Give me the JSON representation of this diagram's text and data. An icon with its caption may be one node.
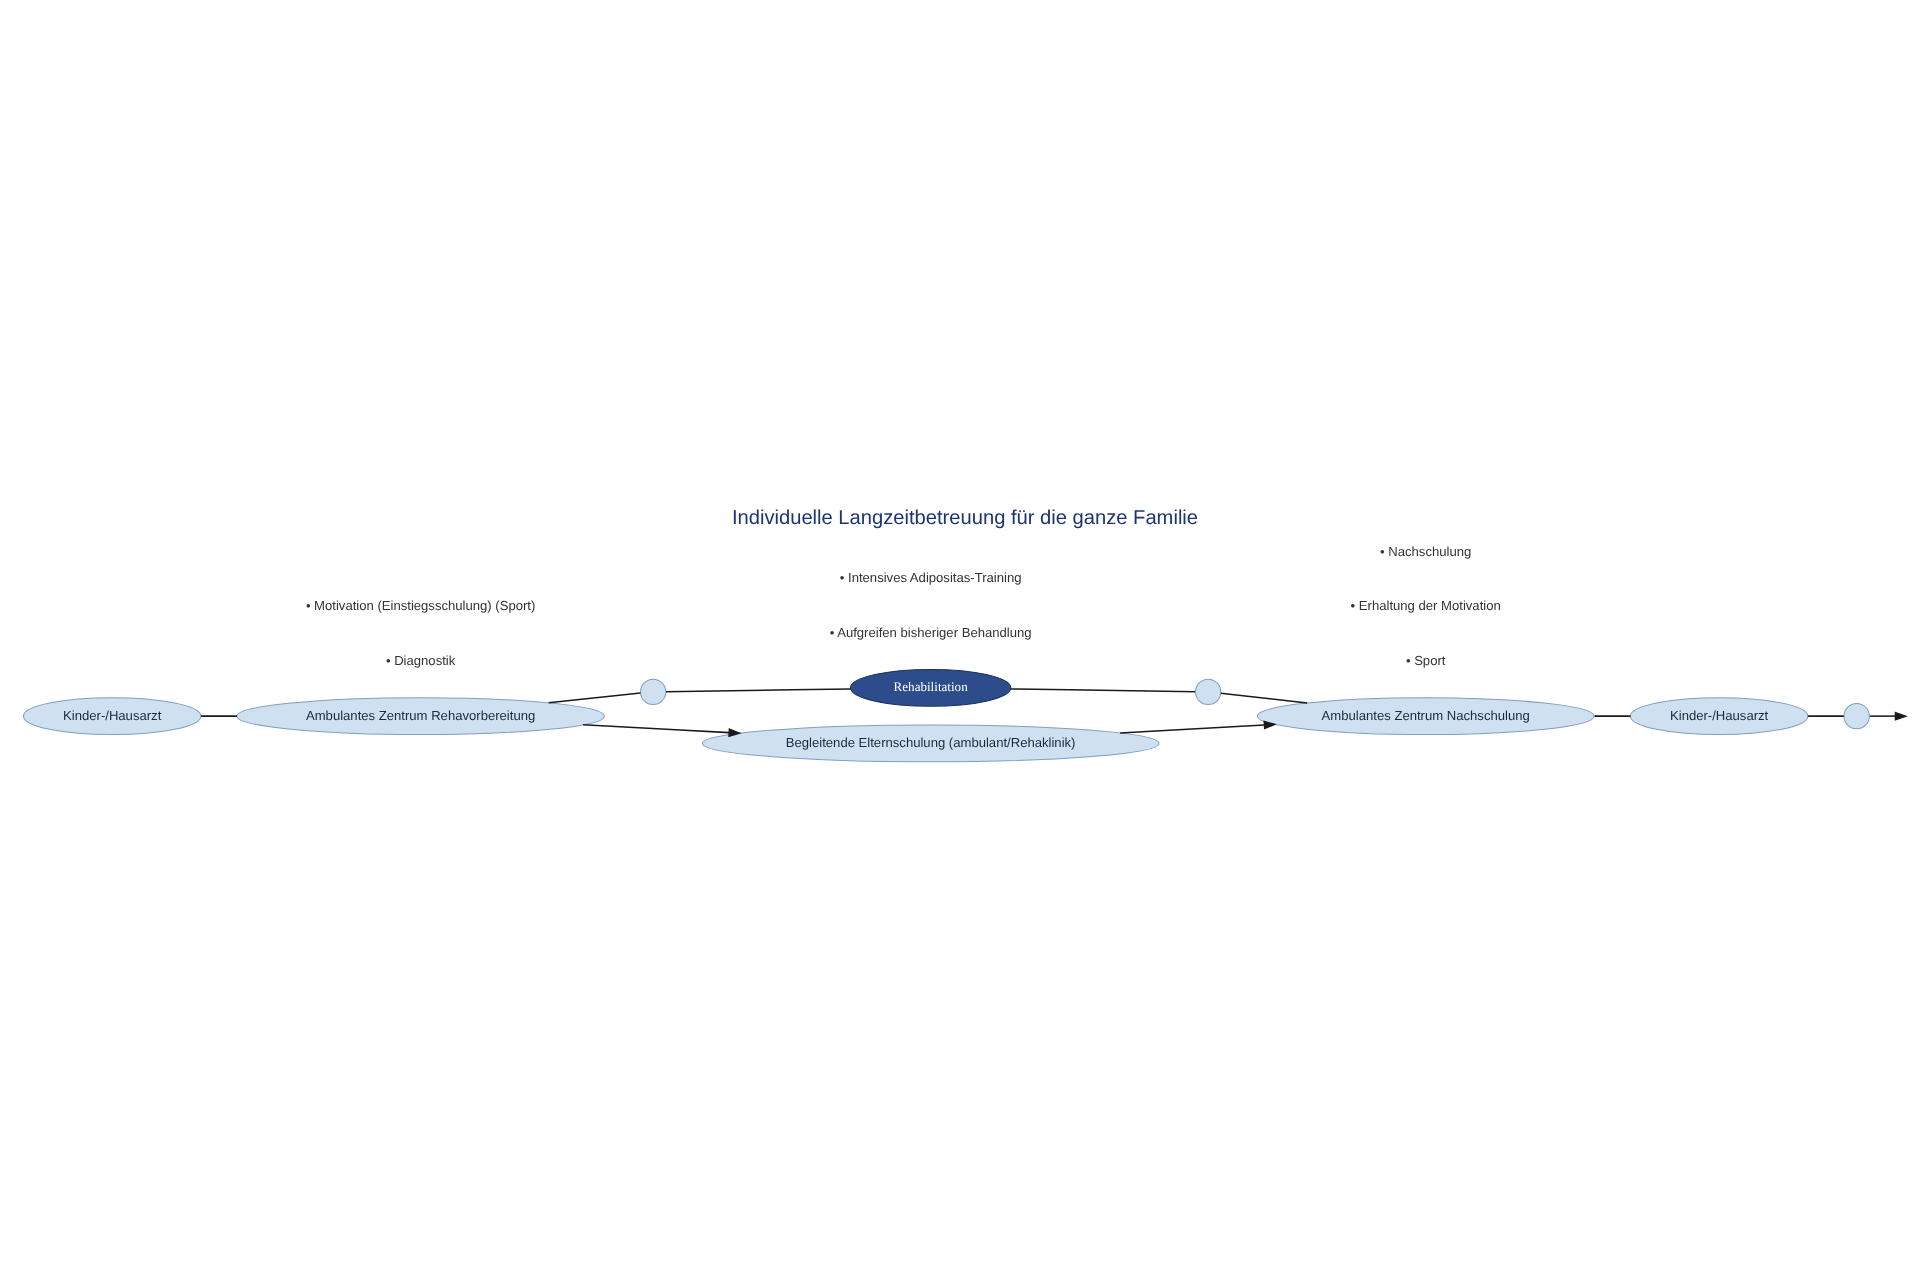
{
  "diagram": {
    "title": "Individuelle Langzeitbetreuung für die ganze Familie",
    "nodes": [
      {
        "text": [
          "Kinder-/Hausarzt"
        ]
      },
      {
        "text": [
          "Ambulantes Zentrum Rehavorbereitung"
        ]
      },
      {
        "text": [],
        "shape": "circle"
      },
      {
        "text": [
          "Rehabilitation"
        ]
      },
      {
        "text": [],
        "shape": "circle"
      },
      {
        "text": [
          "Ambulantes Zentrum Nachschulung"
        ]
      },
      {
        "text": [
          "Kinder-/Hausarzt"
        ]
      },
      {
        "text": [],
        "shape": "circle"
      },
      {
        "text": [
          "Begleitende Elternschulung (ambulant/Rehaklinik)"
        ]
      }
    ],
    "edges": [
      {
        "from": 0,
        "to": 1,
        "arrow": "none"
      },
      {
        "from": 1,
        "to": 2,
        "arrow": "none"
      },
      {
        "from": 2,
        "to": 3,
        "arrow": "none"
      },
      {
        "from": 3,
        "to": 4,
        "arrow": "none"
      },
      {
        "from": 4,
        "to": 5,
        "arrow": "none"
      },
      {
        "from": 5,
        "to": 6,
        "arrow": "none"
      },
      {
        "from": 6,
        "to": 7,
        "arrow": "none"
      },
      {
        "from": 7,
        "to": null,
        "arrow": "to"
      },
      {
        "from": 1,
        "to": 8,
        "arrow": "to"
      },
      {
        "from": 8,
        "to": 5,
        "arrow": "to"
      }
    ],
    "labels": [
      "• Diagnostik",
      "• Motivation (Einstiegsschulung) (Sport)",
      "• Aufgreifen bisheriger Behandlung",
      "• Intensives Adipositas-Training",
      "• Sport",
      "• Erhaltung der Motivation",
      "• Nachschulung"
    ]
  }
}
